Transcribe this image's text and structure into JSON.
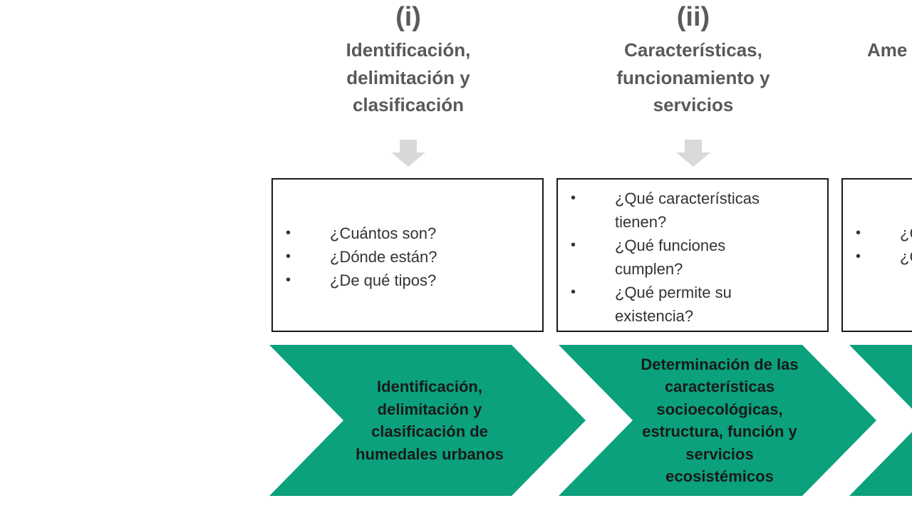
{
  "columns": [
    {
      "numeral": "(i)",
      "heading": "Identificación,\ndelimitación y\nclasificación",
      "questions": [
        "¿Cuántos son?",
        "¿Dónde están?",
        "¿De qué tipos?"
      ]
    },
    {
      "numeral": "(ii)",
      "heading": "Características,\nfuncionamiento y\nservicios",
      "questions": [
        "¿Qué características tienen?",
        "¿Qué funciones cumplen?",
        "¿Qué permite su existencia?"
      ]
    },
    {
      "numeral": "",
      "heading": "Ame",
      "questions": [
        "¿C lo",
        "¿C"
      ]
    }
  ],
  "stages": [
    {
      "label": "Identificación, delimitación y clasificación de humedales urbanos"
    },
    {
      "label": "Determinación de las características socioecológicas, estructura, función y servicios ecosistémicos"
    },
    {
      "label": ""
    }
  ],
  "bullet_char": "•",
  "colors": {
    "chevron": "#0aa17c",
    "arrow": "#d9d9d9",
    "heading": "#595959",
    "border": "#1a1a1a"
  }
}
